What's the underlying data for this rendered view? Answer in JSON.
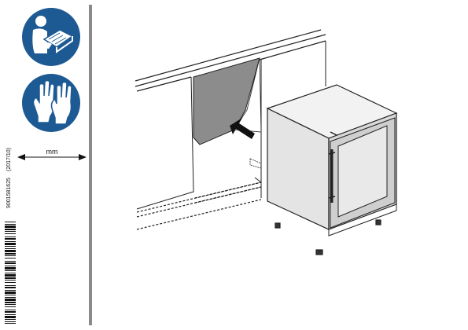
{
  "sidebar": {
    "icons": [
      {
        "name": "read-manual-icon",
        "color": "#1d5a94"
      },
      {
        "name": "wear-gloves-icon",
        "color": "#1d5a94"
      }
    ],
    "dimension_unit": "mm",
    "document_code": "9001581625",
    "document_date": "(2017/10)"
  },
  "scene": {
    "description_icons": [
      "cabinet-niche",
      "wine-cooler",
      "push-arrow-icon"
    ]
  }
}
